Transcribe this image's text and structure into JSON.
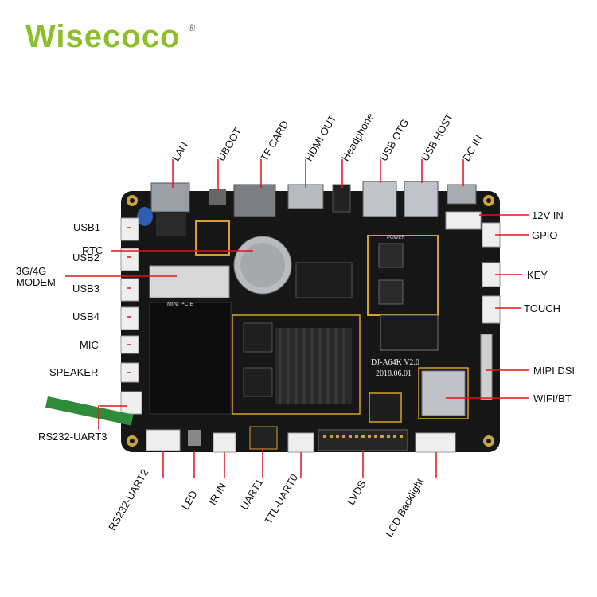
{
  "brand": {
    "name_first": "W",
    "name_rest": "isecoco",
    "registered": "®",
    "color": "#8cbf2a"
  },
  "board_text": {
    "model": "DJ-A64K V2.0",
    "date": "2018.06.01",
    "mini_pcie": "MINI PCIE",
    "power": "POWER",
    "rtc": "RTC"
  },
  "labels": {
    "top": {
      "lan": "LAN",
      "uboot": "UBOOT",
      "tf_card": "TF CARD",
      "hdmi_out": "HDMI OUT",
      "headphone": "Headphone",
      "usb_otg": "USB OTG",
      "usb_host": "USB HOST",
      "dc_in": "DC IN"
    },
    "left": {
      "usb1": "USB1",
      "rtc": "RTC",
      "usb2": "USB2",
      "modem_line1": "3G/4G",
      "modem_line2": "MODEM",
      "usb3": "USB3",
      "usb4": "USB4",
      "mic": "MIC",
      "speaker": "SPEAKER",
      "rs232_uart3": "RS232-UART3"
    },
    "right": {
      "v12_in": "12V IN",
      "gpio": "GPIO",
      "key": "KEY",
      "touch": "TOUCH",
      "mipi_dsi": "MIPI DSI",
      "wifi_bt": "WIFI/BT"
    },
    "bottom": {
      "rs232_uart2": "RS232-UART2",
      "led": "LED",
      "ir_in": "IR IN",
      "uart1": "UART1",
      "ttl_uart0": "TTL-UART0",
      "lvds": "LVDS",
      "lcd_backlight": "LCD Backlight"
    }
  }
}
